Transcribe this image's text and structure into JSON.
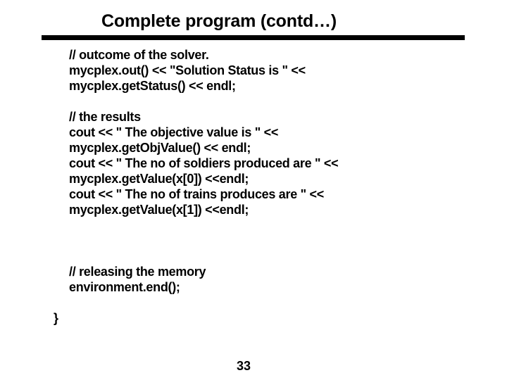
{
  "title": "Complete program (contd…)",
  "code": {
    "lines": [
      "// outcome of the solver.",
      "mycplex.out() << \"Solution Status is \" <<",
      "mycplex.getStatus() << endl;",
      "",
      "// the results",
      "cout << \" The objective value is \" <<",
      "mycplex.getObjValue() << endl;",
      "cout << \" The no of soldiers produced are \" <<",
      "mycplex.getValue(x[0]) <<endl;",
      "cout << \" The no of trains produces are \" <<",
      "mycplex.getValue(x[1]) <<endl;",
      "",
      "",
      "",
      "// releasing the memory",
      "environment.end();",
      "",
      "}"
    ]
  },
  "page_number": "33",
  "colors": {
    "text": "#000000",
    "background": "#ffffff",
    "rule": "#000000"
  }
}
